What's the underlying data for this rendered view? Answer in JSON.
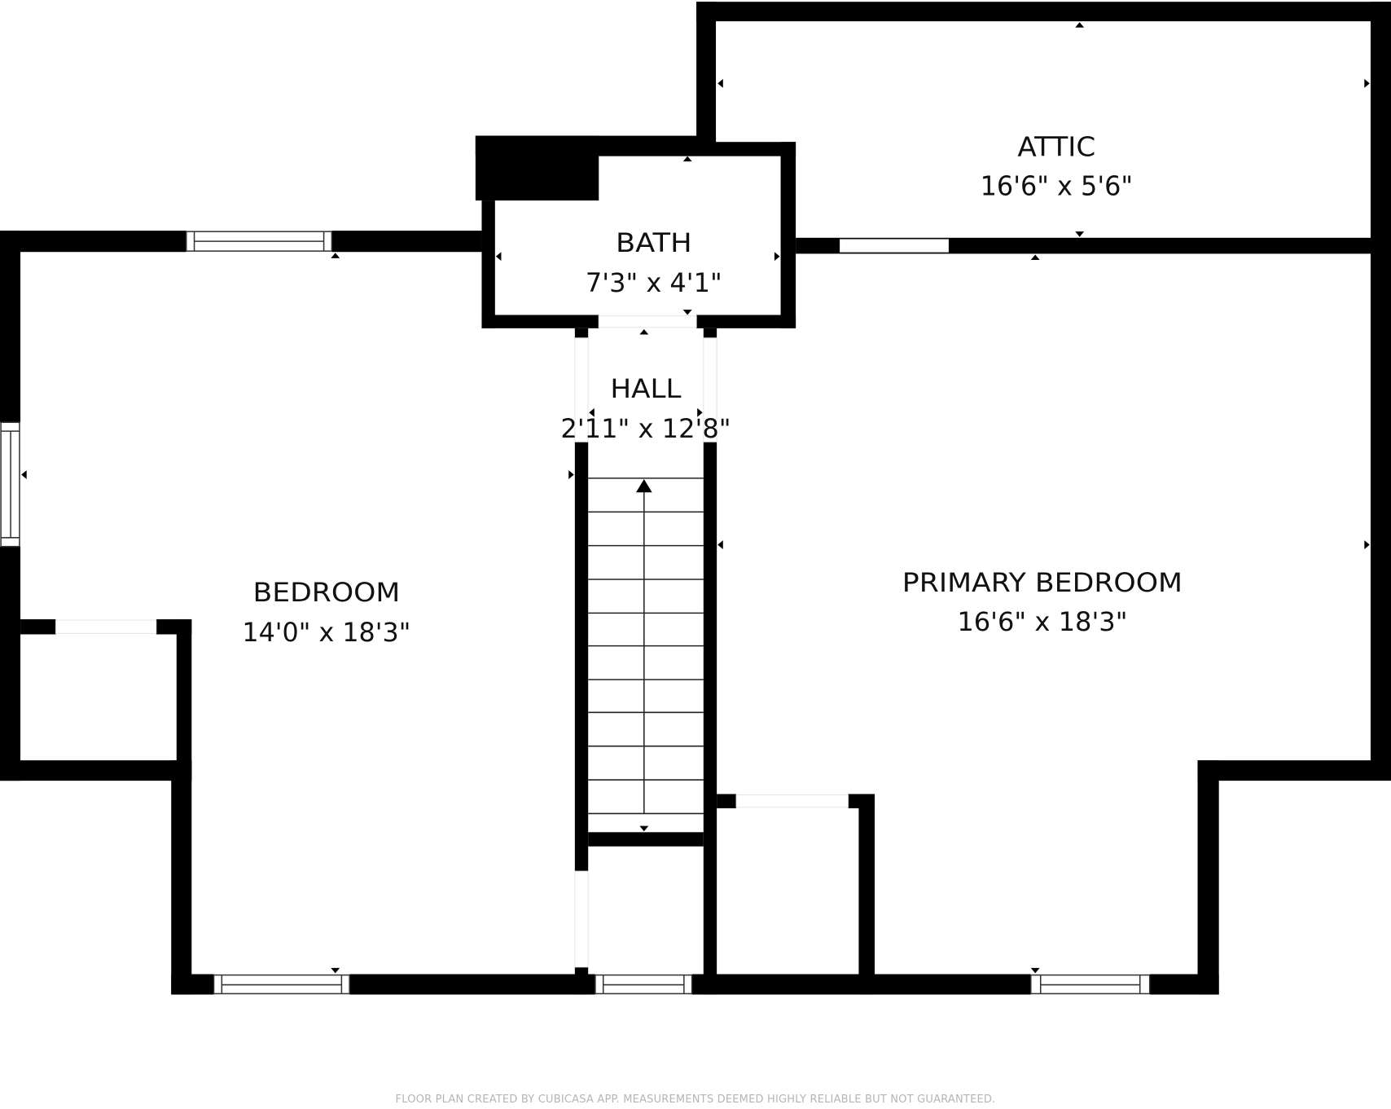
{
  "floor_plan": {
    "rooms": [
      {
        "id": "attic",
        "name": "ATTIC",
        "dimensions": "16'6\" x 5'6\""
      },
      {
        "id": "bath",
        "name": "BATH",
        "dimensions": "7'3\" x 4'1\""
      },
      {
        "id": "hall",
        "name": "HALL",
        "dimensions": "2'11\" x 12'8\""
      },
      {
        "id": "bedroom",
        "name": "BEDROOM",
        "dimensions": "14'0\" x 18'3\""
      },
      {
        "id": "primary_bedroom",
        "name": "PRIMARY BEDROOM",
        "dimensions": "16'6\" x 18'3\""
      }
    ],
    "footer": "FLOOR PLAN CREATED BY CUBICASA APP. MEASUREMENTS DEEMED HIGHLY RELIABLE BUT NOT GUARANTEED.",
    "colors": {
      "wall": "#000000",
      "background": "#ffffff",
      "footer_text": "#b5b5b5"
    }
  }
}
